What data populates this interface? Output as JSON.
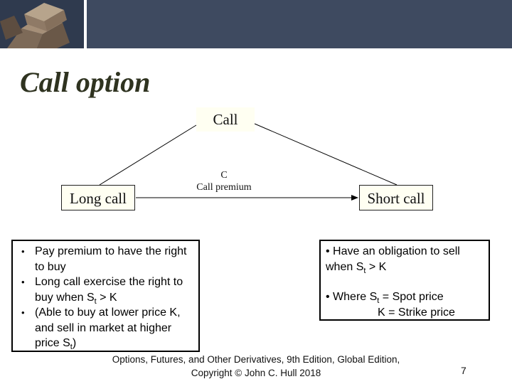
{
  "slide": {
    "title": "Call option",
    "page_number": "7"
  },
  "diagram": {
    "top_node": "Call",
    "left_node": "Long call",
    "right_node": "Short call",
    "arrow_label_line1": "C",
    "arrow_label_line2": "Call premium"
  },
  "long_call_box": {
    "b1": "Pay premium to have the right to buy",
    "b2_pre": "Long call exercise the right to buy when S",
    "b2_sub": "t",
    "b2_post": " > K",
    "b3_pre": "(Able to buy at lower price K, and sell in market at higher price S",
    "b3_sub": "t",
    "b3_post": ")"
  },
  "short_call_box": {
    "b1_line1": "•  Have an obligation to sell",
    "b1_line2_pre": "when S",
    "b1_line2_sub": "t",
    "b1_line2_post": " > K",
    "b2_pre": "•  Where S",
    "b2_sub": "t",
    "b2_post": " = Spot price",
    "b2_line2": "K = Strike price"
  },
  "footer": {
    "line1": "Options, Futures, and Other Derivatives, 9th Edition, Global Edition,",
    "line2": "Copyright © John C. Hull 2018"
  },
  "colors": {
    "banner": "#3e4a60",
    "title": "#2f3320",
    "node_fill": "#fffff2"
  }
}
